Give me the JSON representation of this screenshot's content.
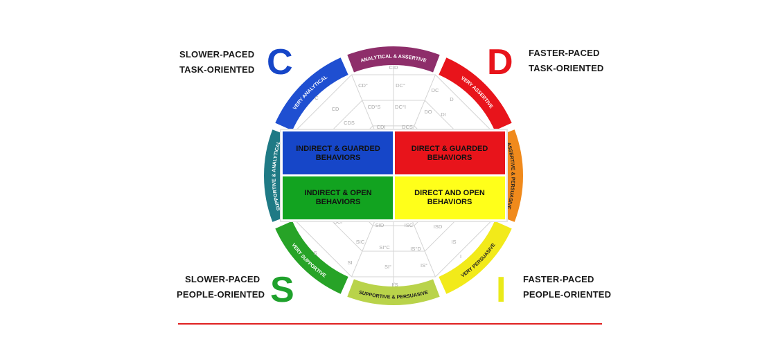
{
  "corners": {
    "top_left": {
      "line1": "SLOWER-PACED",
      "line2": "TASK-ORIENTED",
      "letter": "C",
      "letter_color": "#1646c8"
    },
    "top_right": {
      "line1": "FASTER-PACED",
      "line2": "TASK-ORIENTED",
      "letter": "D",
      "letter_color": "#e8141b"
    },
    "bottom_left": {
      "line1": "SLOWER-PACED",
      "line2": "PEOPLE-ORIENTED",
      "letter": "S",
      "letter_color": "#1fa12c"
    },
    "bottom_right": {
      "line1": "FASTER-PACED",
      "line2": "PEOPLE-ORIENTED",
      "letter": "I",
      "letter_color": "#eaea1a"
    }
  },
  "ring_segments": [
    {
      "label": "ANALYTICAL & ASSERTIVE",
      "color": "#8e2e6a"
    },
    {
      "label": "VERY ASSERTIVE",
      "color": "#e8141b"
    },
    {
      "label": "ASSERTIVE & PERSUASIVE",
      "color": "#f08a1c"
    },
    {
      "label": "VERY PERSUASIVE",
      "color": "#f2ea1a"
    },
    {
      "label": "SUPPORTIVE & PERSUASIVE",
      "color": "#b9d34a"
    },
    {
      "label": "VERY SUPPORTIVE",
      "color": "#27a327"
    },
    {
      "label": "SUPPORTIVE & ANALYTICAL",
      "color": "#1f7a85"
    },
    {
      "label": "VERY ANALYTICAL",
      "color": "#1f4fd1"
    }
  ],
  "quadrants": {
    "top_left": {
      "line1": "INDIRECT & GUARDED",
      "line2": "BEHAVIORS",
      "color": "#1646c8"
    },
    "top_right": {
      "line1": "DIRECT & GUARDED",
      "line2": "BEHAVIORS",
      "color": "#e8141b"
    },
    "bottom_left": {
      "line1": "INDIRECT & OPEN",
      "line2": "BEHAVIORS",
      "color": "#12a320"
    },
    "bottom_right": {
      "line1": "DIRECT AND OPEN",
      "line2": "BEHAVIORS",
      "color": "#ffff1a"
    }
  },
  "style_labels": {
    "top": [
      "C/D",
      "CD°",
      "DC°",
      "CD°S",
      "DC°I",
      "CDI",
      "DCS"
    ],
    "upper_left": [
      "C",
      "CD",
      "CDS"
    ],
    "upper_right": [
      "DC",
      "D",
      "DO",
      "DI"
    ],
    "lower_left": [
      "S",
      "SCI",
      "SID",
      "SIC",
      "SI"
    ],
    "lower_right": [
      "ISC",
      "ISD",
      "IS",
      "IS°D",
      "IS°"
    ],
    "bottom": [
      "SI°C",
      "SI°",
      "I/S",
      "I"
    ]
  }
}
